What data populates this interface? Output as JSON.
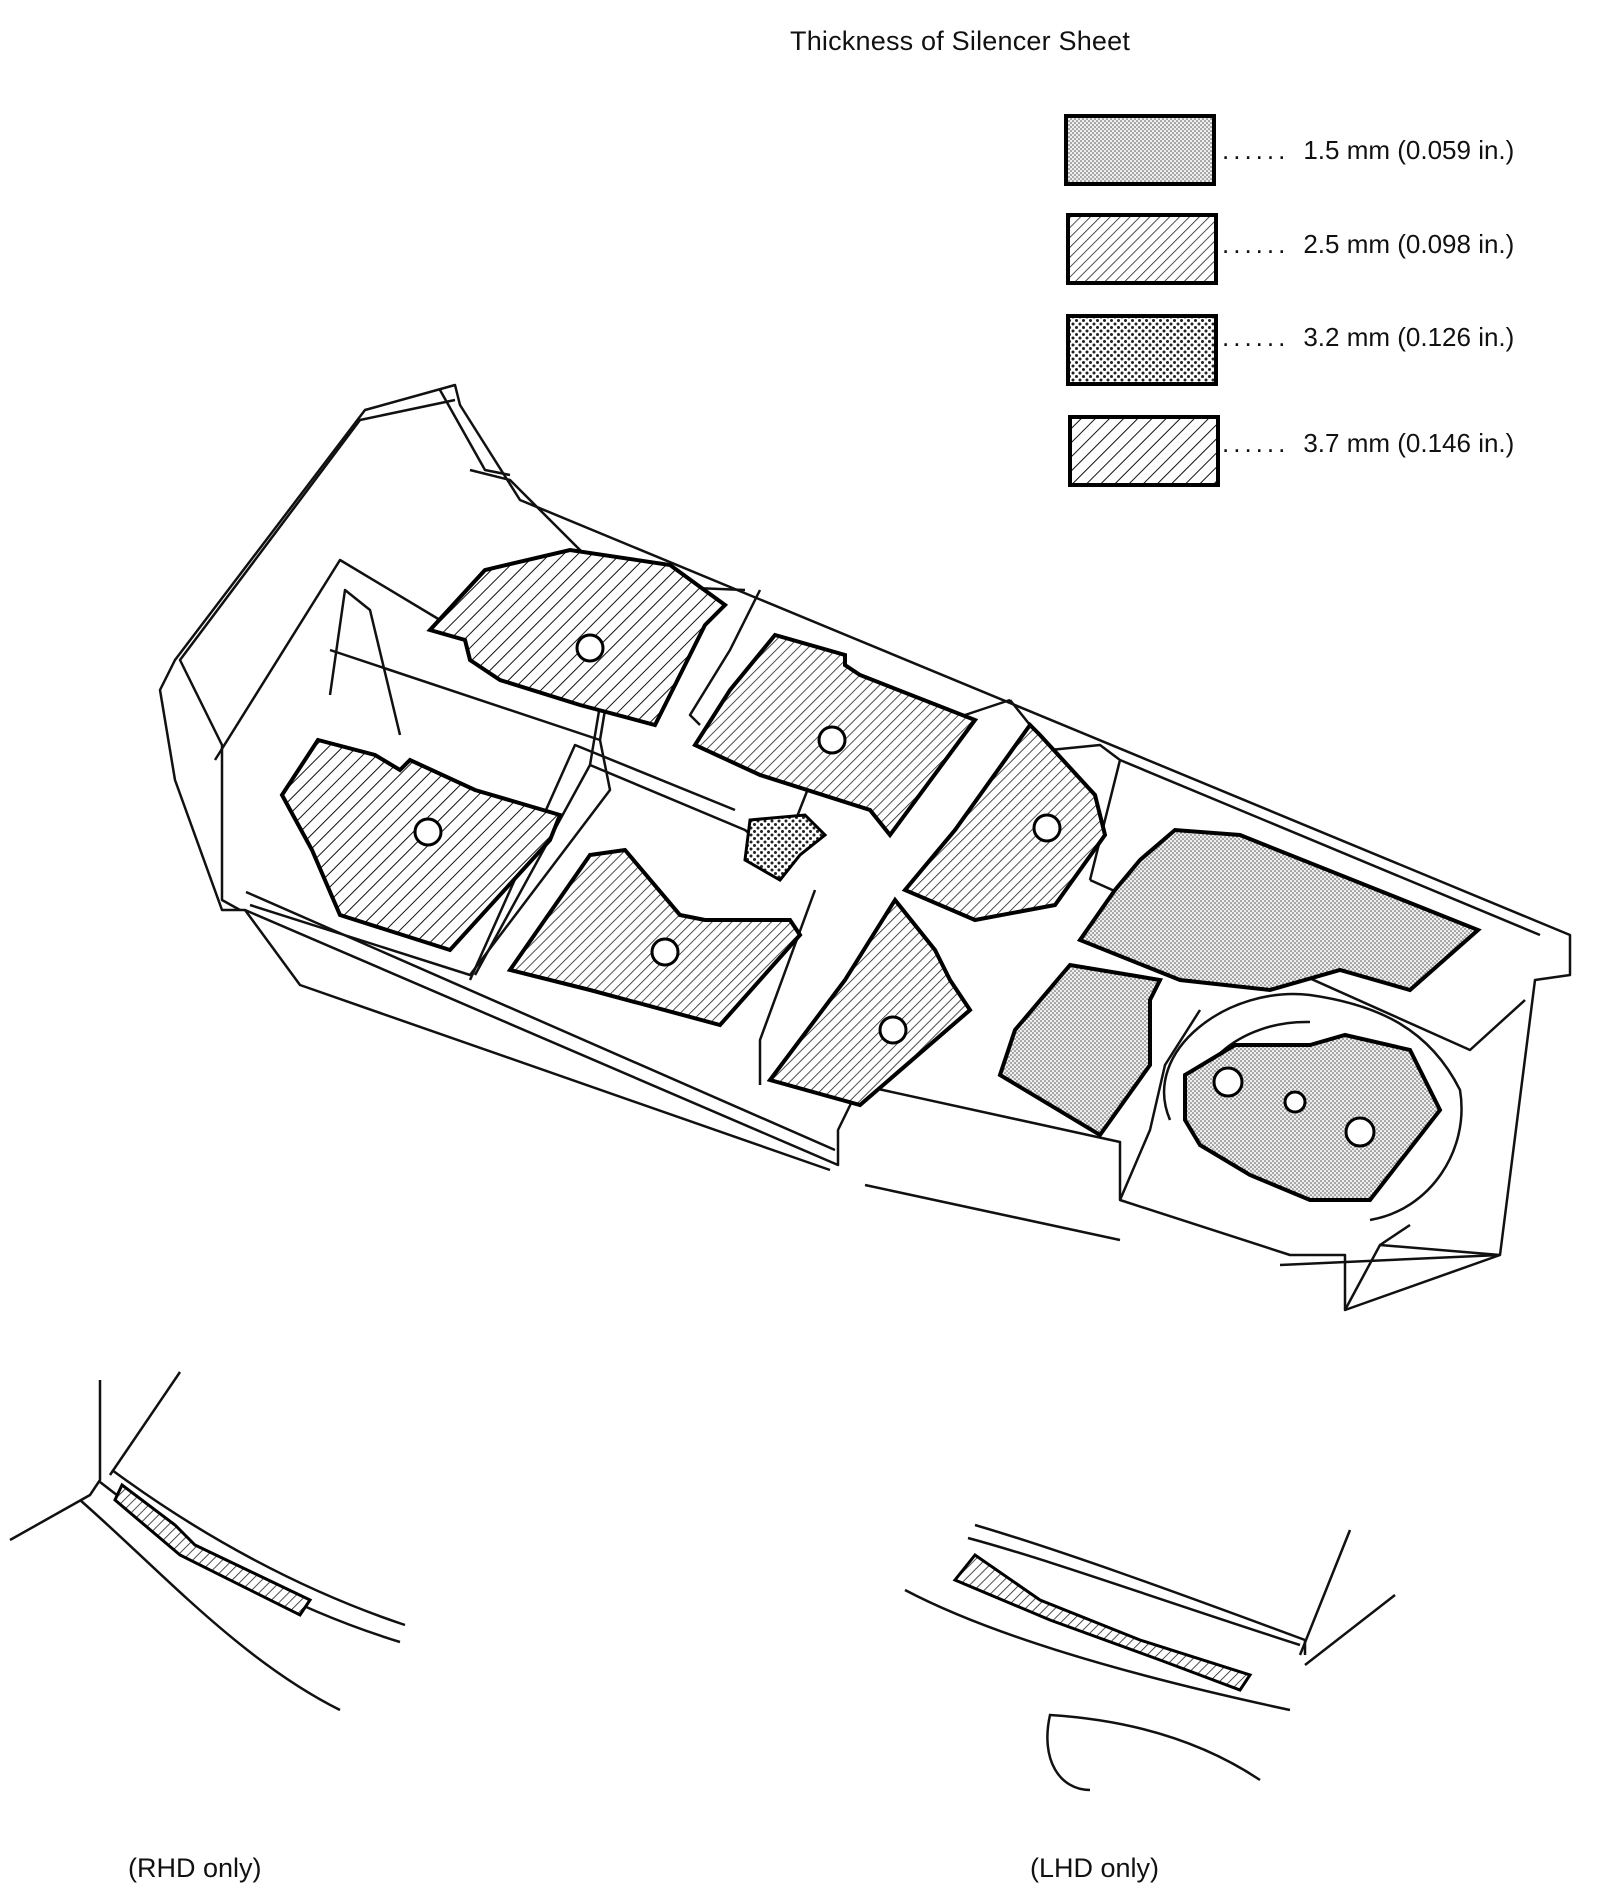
{
  "title": "Thickness of Silencer Sheet",
  "legend": [
    {
      "label": "1.5 mm (0.059 in.)",
      "pattern": "fine-dots"
    },
    {
      "label": "2.5 mm (0.098 in.)",
      "pattern": "fine-hatch"
    },
    {
      "label": "3.2 mm (0.126 in.)",
      "pattern": "coarse-dots"
    },
    {
      "label": "3.7 mm (0.146 in.)",
      "pattern": "coarse-hatch"
    }
  ],
  "leader": "......",
  "captions": {
    "rhd": "(RHD only)",
    "lhd": "(LHD only)"
  }
}
